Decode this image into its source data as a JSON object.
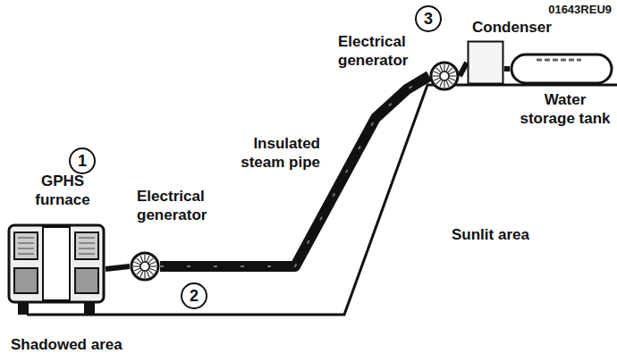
{
  "diagram": {
    "nodes": [
      {
        "text": [
          "GPHS furnace"
        ]
      },
      {
        "text": [
          "Electrical generator"
        ]
      },
      {
        "text": [
          "Electrical generator"
        ]
      },
      {
        "text": [
          "Condenser"
        ]
      },
      {
        "text": [
          "Water storage tank"
        ]
      }
    ],
    "edges": [
      {
        "from": 0,
        "to": 1,
        "arrow": "none"
      },
      {
        "from": 1,
        "to": 2,
        "arrow": "none"
      },
      {
        "from": 2,
        "to": 3,
        "arrow": "none"
      },
      {
        "from": 3,
        "to": 4,
        "arrow": "none"
      }
    ],
    "labels": [
      "01643REU9",
      "1",
      "2",
      "3",
      "Insulated steam pipe",
      "Sunlit area",
      "Shadowed area"
    ]
  }
}
